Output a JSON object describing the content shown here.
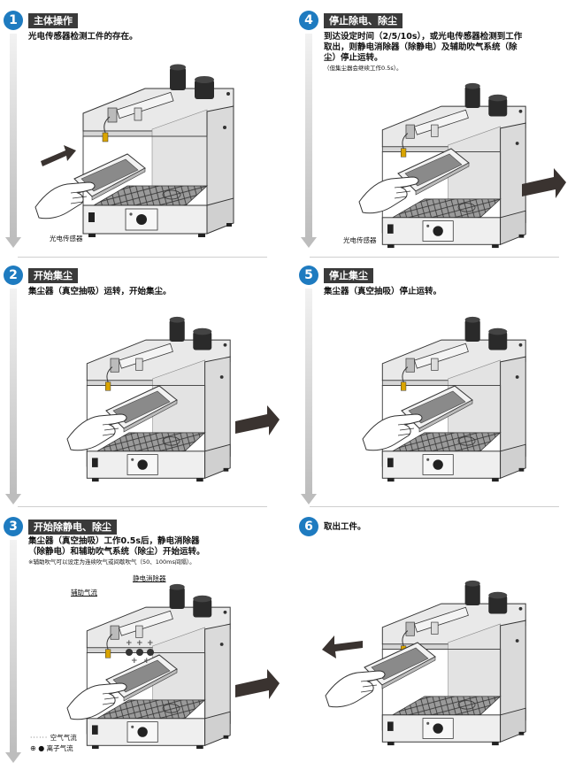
{
  "steps": [
    {
      "num": "1",
      "title": "主体操作",
      "desc": "光电传感器检测工件的存在。",
      "label": "光电传感器"
    },
    {
      "num": "2",
      "title": "开始集尘",
      "desc": "集尘器（真空抽吸）运转，开始集尘。"
    },
    {
      "num": "3",
      "title": "开始除静电、除尘",
      "desc": "集尘器（真空抽吸）工作0.5s后，静电消除器\n（除静电）和辅助吹气系统（除尘）开始运转。",
      "note": "※辅助吹气可以设定为连续吹气或间歇吹气（50、100ms间隔）。",
      "label_ionizer": "静电消除器",
      "label_assist": "辅助气流",
      "legend_air": "空气气流",
      "legend_ion": "离子气流"
    },
    {
      "num": "4",
      "title": "停止除电、除尘",
      "desc": "到达设定时间（2/5/10s），或光电传感器检测到工作\n取出，则静电消除器（除静电）及辅助吹气系统（除\n尘）停止运转。",
      "note": "（但集尘器会继续工作0.5s）。",
      "label": "光电传感器"
    },
    {
      "num": "5",
      "title": "停止集尘",
      "desc": "集尘器（真空抽吸）停止运转。"
    },
    {
      "num": "6",
      "desc": "取出工件。"
    }
  ],
  "colors": {
    "accent": "#1e7bc0",
    "title_bg": "#3a3a3a",
    "arrow": "#3a3330"
  }
}
